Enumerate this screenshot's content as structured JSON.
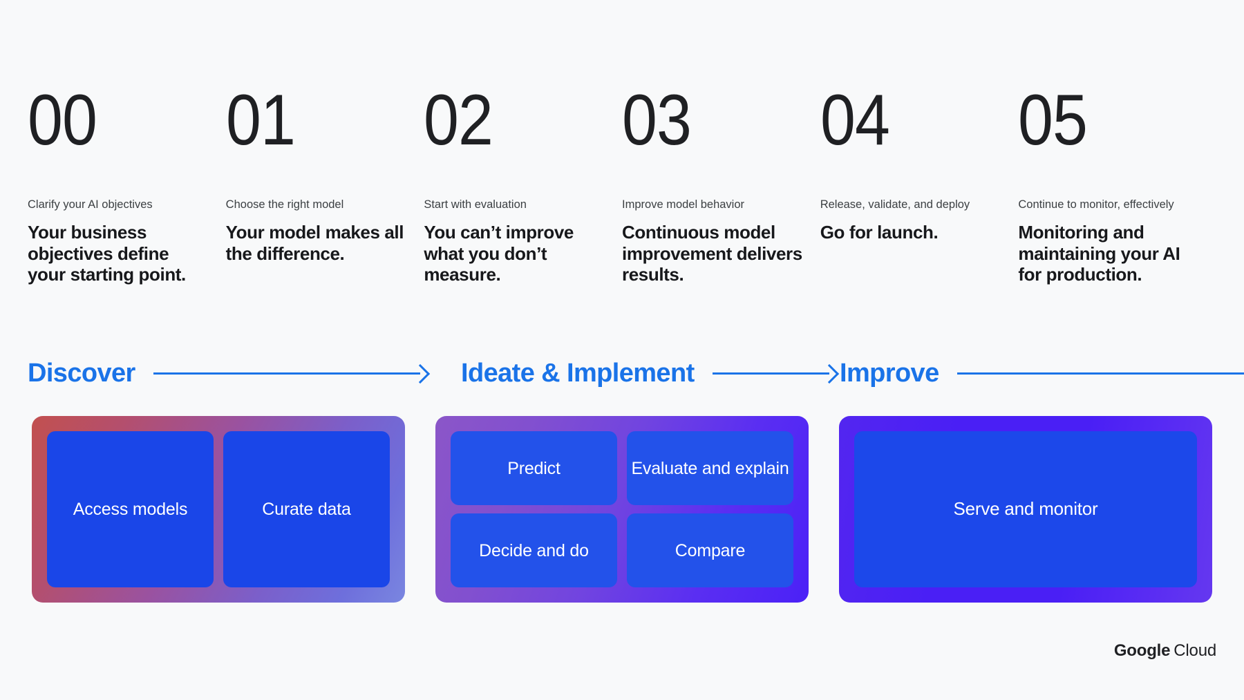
{
  "background_color": "#f8f9fa",
  "accent_blue": "#1a73e8",
  "tile_blue": "#1a46e8",
  "steps": [
    {
      "number": "00",
      "kicker": "Clarify your AI objectives",
      "title": "Your business objectives define your starting point."
    },
    {
      "number": "01",
      "kicker": "Choose the right model",
      "title": "Your model makes all the difference."
    },
    {
      "number": "02",
      "kicker": "Start with evaluation",
      "title": "You can’t improve what you don’t measure."
    },
    {
      "number": "03",
      "kicker": "Improve model behavior",
      "title": "Continuous model improvement delivers results."
    },
    {
      "number": "04",
      "kicker": "Release, validate, and deploy",
      "title": "Go for launch."
    },
    {
      "number": "05",
      "kicker": "Continue to monitor, effectively",
      "title": "Monitoring and maintaining your AI for production."
    }
  ],
  "phases": [
    {
      "label": "Discover",
      "has_arrowhead": true
    },
    {
      "label": "Ideate & Implement",
      "has_arrowhead": true
    },
    {
      "label": "Improve",
      "has_arrowhead": false
    }
  ],
  "groups": {
    "discover": {
      "tiles": [
        "Access models",
        "Curate data"
      ]
    },
    "ideate": {
      "row1": [
        "Predict",
        "Evaluate and explain"
      ],
      "row2": [
        "Decide and do",
        "Compare"
      ]
    },
    "improve": {
      "tiles": [
        "Serve and monitor"
      ]
    }
  },
  "footer": {
    "logo_google": "Google",
    "logo_cloud": "Cloud"
  }
}
